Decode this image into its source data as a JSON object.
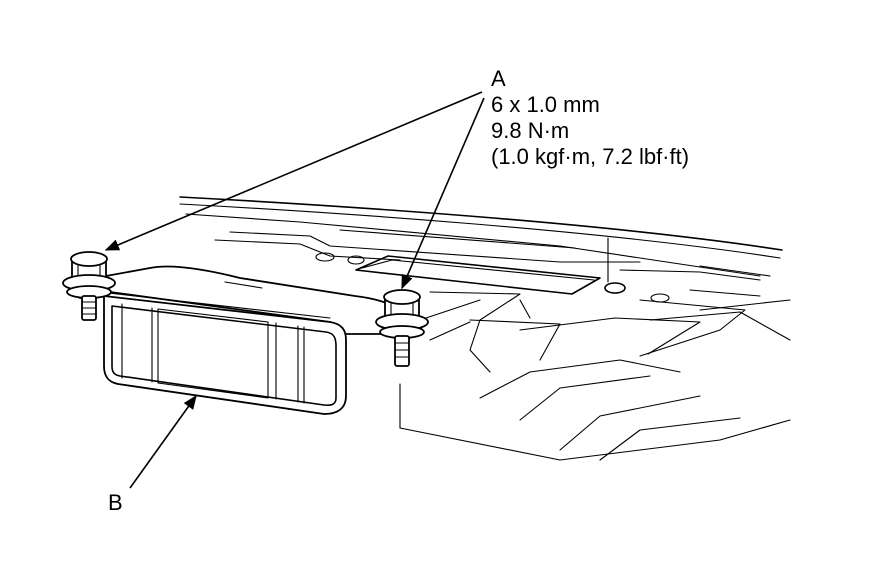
{
  "callouts": {
    "a": {
      "letter": "A",
      "line1": "6 x 1.0 mm",
      "line2": "9.8 N·m",
      "line3": "(1.0 kgf·m, 7.2 lbf·ft)"
    },
    "b": {
      "letter": "B"
    }
  },
  "colors": {
    "line": "#000000",
    "background": "#ffffff"
  }
}
